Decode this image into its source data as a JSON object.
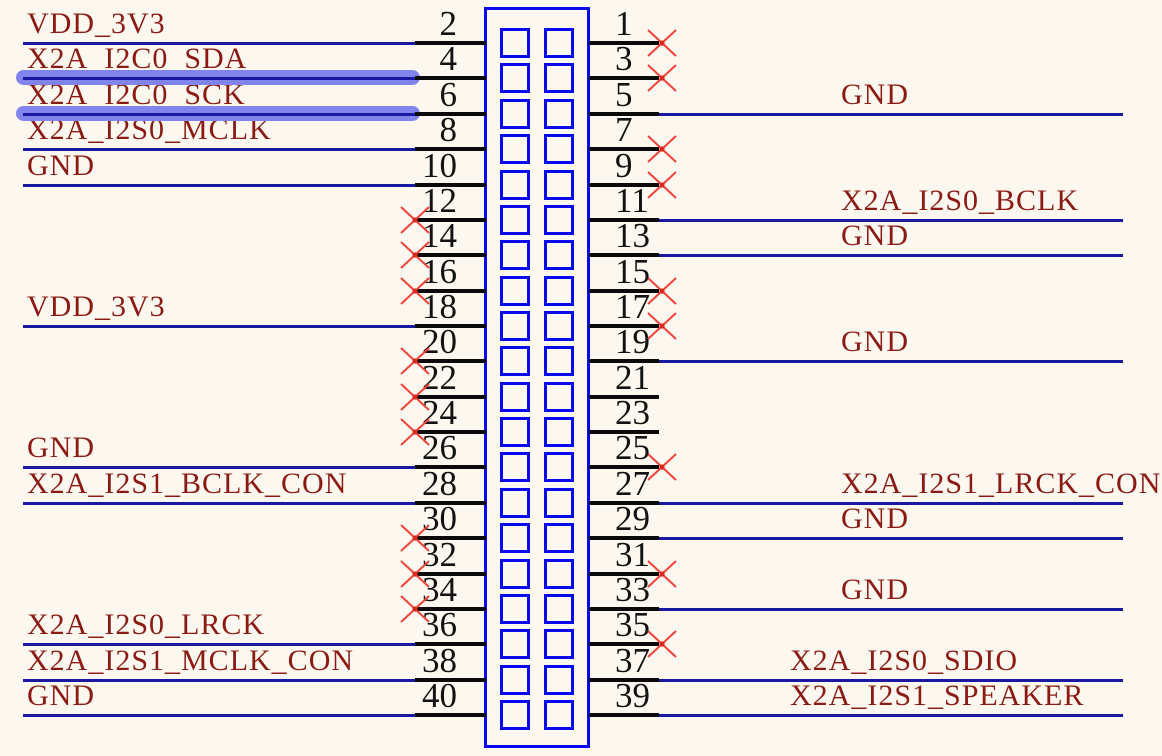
{
  "diagram": {
    "type": "schematic-pinout",
    "component": "40-pin dual-row header connector",
    "connector": {
      "rows": 20,
      "columns": 2,
      "total_pins": 40
    },
    "colors": {
      "background": "#FCF8F0",
      "wire": "#1A18A0",
      "component": "#0909F0",
      "pin": "#0A0A0A",
      "pin_number": "#121212",
      "label": "#8B1A14",
      "no_connect": "#EF4238",
      "no_connect_dot": "#D92A20",
      "highlight": "#8184EC"
    },
    "left_pins": [
      {
        "number": "2",
        "net": "VDD_3V3",
        "connected": true,
        "no_connect": false,
        "highlighted": false
      },
      {
        "number": "4",
        "net": "X2A_I2C0_SDA",
        "connected": true,
        "no_connect": false,
        "highlighted": true
      },
      {
        "number": "6",
        "net": "X2A_I2C0_SCK",
        "connected": true,
        "no_connect": false,
        "highlighted": true
      },
      {
        "number": "8",
        "net": "X2A_I2S0_MCLK",
        "connected": true,
        "no_connect": false,
        "highlighted": false
      },
      {
        "number": "10",
        "net": "GND",
        "connected": true,
        "no_connect": false,
        "highlighted": false
      },
      {
        "number": "12",
        "net": "",
        "connected": false,
        "no_connect": true,
        "highlighted": false
      },
      {
        "number": "14",
        "net": "",
        "connected": false,
        "no_connect": true,
        "highlighted": false
      },
      {
        "number": "16",
        "net": "",
        "connected": false,
        "no_connect": true,
        "highlighted": false
      },
      {
        "number": "18",
        "net": "VDD_3V3",
        "connected": true,
        "no_connect": false,
        "highlighted": false
      },
      {
        "number": "20",
        "net": "",
        "connected": false,
        "no_connect": true,
        "highlighted": false
      },
      {
        "number": "22",
        "net": "",
        "connected": false,
        "no_connect": true,
        "highlighted": false
      },
      {
        "number": "24",
        "net": "",
        "connected": false,
        "no_connect": true,
        "highlighted": false
      },
      {
        "number": "26",
        "net": "GND",
        "connected": true,
        "no_connect": false,
        "highlighted": false
      },
      {
        "number": "28",
        "net": "X2A_I2S1_BCLK_CON",
        "connected": true,
        "no_connect": false,
        "highlighted": false
      },
      {
        "number": "30",
        "net": "",
        "connected": false,
        "no_connect": true,
        "highlighted": false
      },
      {
        "number": "32",
        "net": "",
        "connected": false,
        "no_connect": true,
        "highlighted": false
      },
      {
        "number": "34",
        "net": "",
        "connected": false,
        "no_connect": true,
        "highlighted": false
      },
      {
        "number": "36",
        "net": "X2A_I2S0_LRCK",
        "connected": true,
        "no_connect": false,
        "highlighted": false
      },
      {
        "number": "38",
        "net": "X2A_I2S1_MCLK_CON",
        "connected": true,
        "no_connect": false,
        "highlighted": false
      },
      {
        "number": "40",
        "net": "GND",
        "connected": true,
        "no_connect": false,
        "highlighted": false
      }
    ],
    "right_pins": [
      {
        "number": "1",
        "net": "",
        "connected": false,
        "no_connect": true,
        "highlighted": false
      },
      {
        "number": "3",
        "net": "",
        "connected": false,
        "no_connect": true,
        "highlighted": false
      },
      {
        "number": "5",
        "net": "GND",
        "connected": true,
        "no_connect": false,
        "highlighted": false
      },
      {
        "number": "7",
        "net": "",
        "connected": false,
        "no_connect": true,
        "highlighted": false
      },
      {
        "number": "9",
        "net": "",
        "connected": false,
        "no_connect": true,
        "highlighted": false
      },
      {
        "number": "11",
        "net": "X2A_I2S0_BCLK",
        "connected": true,
        "no_connect": false,
        "highlighted": false
      },
      {
        "number": "13",
        "net": "GND",
        "connected": true,
        "no_connect": false,
        "highlighted": false
      },
      {
        "number": "15",
        "net": "",
        "connected": false,
        "no_connect": true,
        "highlighted": false
      },
      {
        "number": "17",
        "net": "",
        "connected": false,
        "no_connect": true,
        "highlighted": false
      },
      {
        "number": "19",
        "net": "GND",
        "connected": true,
        "no_connect": false,
        "highlighted": false
      },
      {
        "number": "21",
        "net": "",
        "connected": false,
        "no_connect": false,
        "highlighted": false
      },
      {
        "number": "23",
        "net": "",
        "connected": false,
        "no_connect": false,
        "highlighted": false
      },
      {
        "number": "25",
        "net": "",
        "connected": false,
        "no_connect": true,
        "highlighted": false
      },
      {
        "number": "27",
        "net": "X2A_I2S1_LRCK_CON",
        "connected": true,
        "no_connect": false,
        "highlighted": false
      },
      {
        "number": "29",
        "net": "GND",
        "connected": true,
        "no_connect": false,
        "highlighted": false
      },
      {
        "number": "31",
        "net": "",
        "connected": false,
        "no_connect": true,
        "highlighted": false
      },
      {
        "number": "33",
        "net": "GND",
        "connected": true,
        "no_connect": false,
        "highlighted": false
      },
      {
        "number": "35",
        "net": "",
        "connected": false,
        "no_connect": true,
        "highlighted": false
      },
      {
        "number": "37",
        "net": "X2A_I2S0_SDIO",
        "connected": true,
        "no_connect": false,
        "highlighted": false
      },
      {
        "number": "39",
        "net": "X2A_I2S1_SPEAKER",
        "connected": true,
        "no_connect": false,
        "highlighted": false
      }
    ]
  }
}
